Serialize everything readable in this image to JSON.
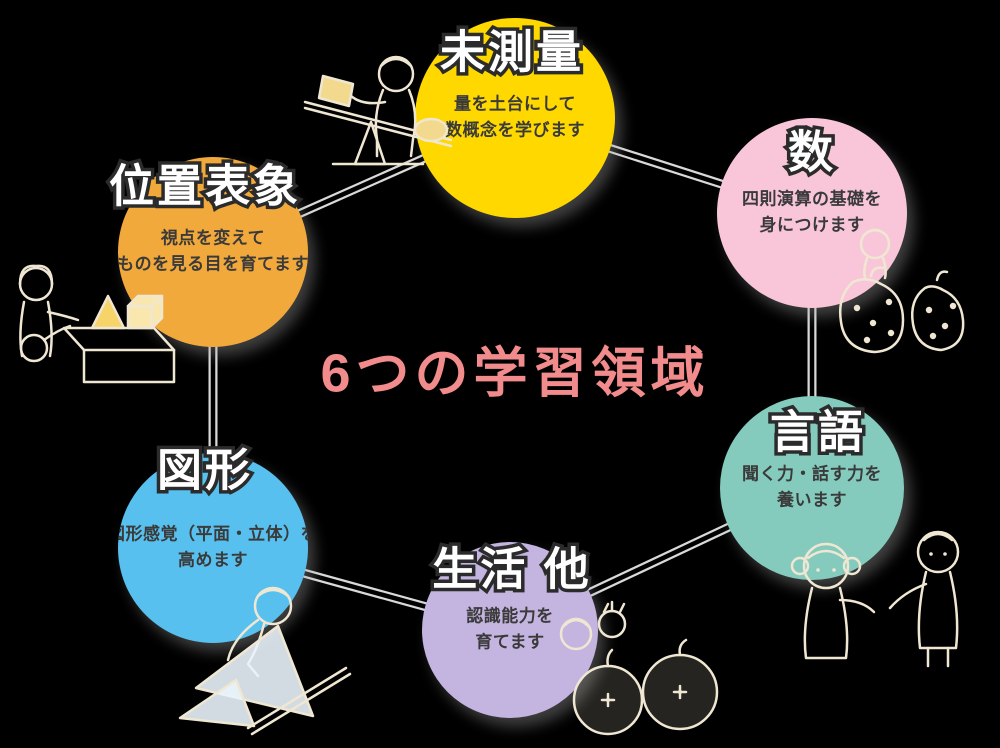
{
  "background_color": "#000000",
  "center_title": {
    "text": "6つの学習領域",
    "color": "#f28b8b"
  },
  "connector_color": "#d9d9d9",
  "areas": [
    {
      "key": "misokuryo",
      "title": "未測量",
      "desc": "量を土台にして\n数概念を学びます",
      "color": "#ffd800"
    },
    {
      "key": "kazu",
      "title": "数",
      "desc": "四則演算の基礎を\n身につけます",
      "color": "#f8c6d8"
    },
    {
      "key": "gengo",
      "title": "言語",
      "desc": "聞く力・話す力を\n養います",
      "color": "#84cbbe"
    },
    {
      "key": "seikatsu",
      "title": "生活 他",
      "desc": "認識能力を\n育てます",
      "color": "#c4b4e0"
    },
    {
      "key": "zukei",
      "title": "図形",
      "desc": "図形感覚（平面・立体）を\n高めます",
      "color": "#58c0ee"
    },
    {
      "key": "ichihyosho",
      "title": "位置表象",
      "desc": "視点を変えて\nものを見る目を育てます",
      "color": "#f2a93c"
    }
  ],
  "illustrations": [
    {
      "name": "balance-scale-child-illustration"
    },
    {
      "name": "berry-sacks-child-illustration"
    },
    {
      "name": "talking-children-illustration"
    },
    {
      "name": "apple-halves-children-illustration"
    },
    {
      "name": "triangle-drawing-child-illustration"
    },
    {
      "name": "building-blocks-children-illustration"
    }
  ]
}
